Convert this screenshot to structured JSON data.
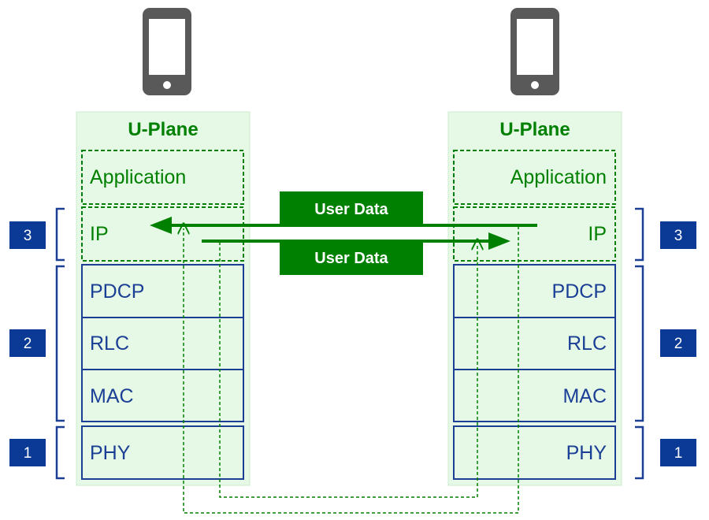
{
  "colors": {
    "green": "#008000",
    "panel": "#e6f9e6",
    "panel_border": "#cdeccd",
    "blue": "#1a3f95",
    "badge": "#0b3a96",
    "phone": "#595959"
  },
  "icons": [
    "phone-icon",
    "phone-icon"
  ],
  "left_stack": {
    "title": "U-Plane",
    "application": "Application",
    "ip": "IP",
    "pdcp": "PDCP",
    "rlc": "RLC",
    "mac": "MAC",
    "phy": "PHY"
  },
  "right_stack": {
    "title": "U-Plane",
    "application": "Application",
    "ip": "IP",
    "pdcp": "PDCP",
    "rlc": "RLC",
    "mac": "MAC",
    "phy": "PHY"
  },
  "layer_badges": {
    "left": [
      "3",
      "2",
      "1"
    ],
    "right": [
      "3",
      "2",
      "1"
    ]
  },
  "user_data": {
    "top_label": "User Data",
    "bottom_label": "User Data"
  }
}
